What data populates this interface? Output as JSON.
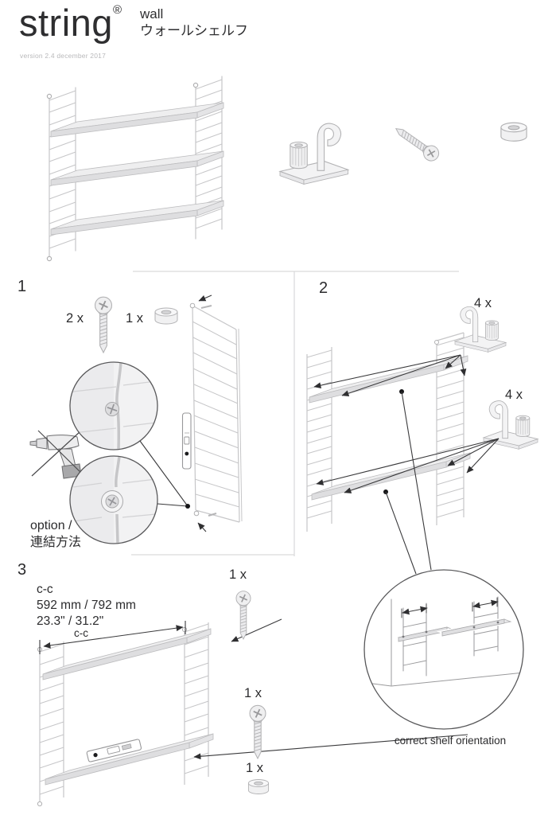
{
  "header": {
    "brand": "string",
    "registered": "®",
    "product_en": "wall",
    "product_ja": "ウォールシェルフ",
    "version": "version 2.4 december 2017"
  },
  "steps": {
    "step1": {
      "number": "1",
      "screw_qty": "2 x",
      "spacer_qty": "1 x",
      "option_en": "option /",
      "option_ja": "連結方法"
    },
    "step2": {
      "number": "2",
      "hook_qty_top": "4 x",
      "hook_qty_bottom": "4 x",
      "caption": "correct shelf orientation"
    },
    "step3": {
      "number": "3",
      "cc_heading": "c-c",
      "cc_mm": "592 mm / 792 mm",
      "cc_inches": "23.3\" / 31.2\"",
      "cc_dim_label": "c-c",
      "screw_qty_top": "1 x",
      "screw_qty_bottom": "1 x",
      "spacer_qty": "1 x"
    }
  },
  "icons": {
    "hook": "hook-bracket-icon",
    "screw": "screw-icon",
    "spacer": "spacer-icon",
    "level": "spirit-level-icon",
    "drill": "no-power-drill-icon",
    "magnifier": "magnifier-detail-circle",
    "panel": "wire-side-panel",
    "shelf": "shelf-unit"
  },
  "palette": {
    "ink": "#2b2b2d",
    "arrow": "#3a3a3c",
    "line_gray": "#c6c6c8",
    "fill_light": "#eeeeef",
    "divider": "#d9d9da",
    "muted": "#b9b9bb"
  }
}
